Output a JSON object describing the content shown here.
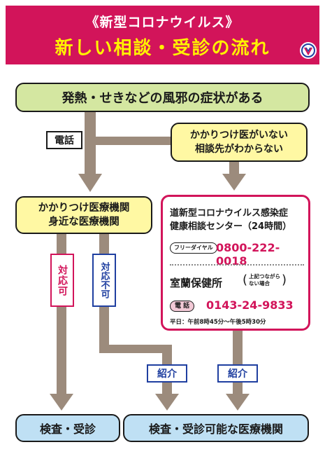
{
  "header": {
    "subtitle": "《新型コロナウイルス》",
    "title": "新しい相談・受診の流れ"
  },
  "boxes": {
    "symptoms": "発熱・せきなどの風邪の症状がある",
    "no_doctor_line1": "かかりつけ医がいない",
    "no_doctor_line2": "相談先がわからない",
    "local_clinic_line1": "かかりつけ医療機関",
    "local_clinic_line2": "身近な医療機関",
    "exam": "検査・受診",
    "exam_facility": "検査・受診可能な医療機関"
  },
  "center": {
    "name_line1": "道新型コロナウイルス感染症",
    "name_line2": "健康相談センター（24時間）",
    "free_dial_label": "フリーダイヤル",
    "free_dial_number": "0800-222-0018",
    "office_name": "室蘭保健所",
    "office_note_line1": "上記つながら",
    "office_note_line2": "ない場合",
    "phone_label": "電 話",
    "phone_number": "0143-24-9833",
    "hours": "平日：午前8時45分〜午後5時30分"
  },
  "labels": {
    "phone": "電話",
    "can_handle": "対応可",
    "cannot_handle": "対応不可",
    "referral": "紹介"
  },
  "colors": {
    "header": "#d2145a",
    "title": "#fff200",
    "green_box": "#d4e7a1",
    "yellow_box": "#fff8a3",
    "blue_box": "#bfe0f4",
    "arrow": "#9c8b7c",
    "accent_blue": "#1f3fa0"
  },
  "icons": {
    "emblem": "city-emblem-icon"
  }
}
